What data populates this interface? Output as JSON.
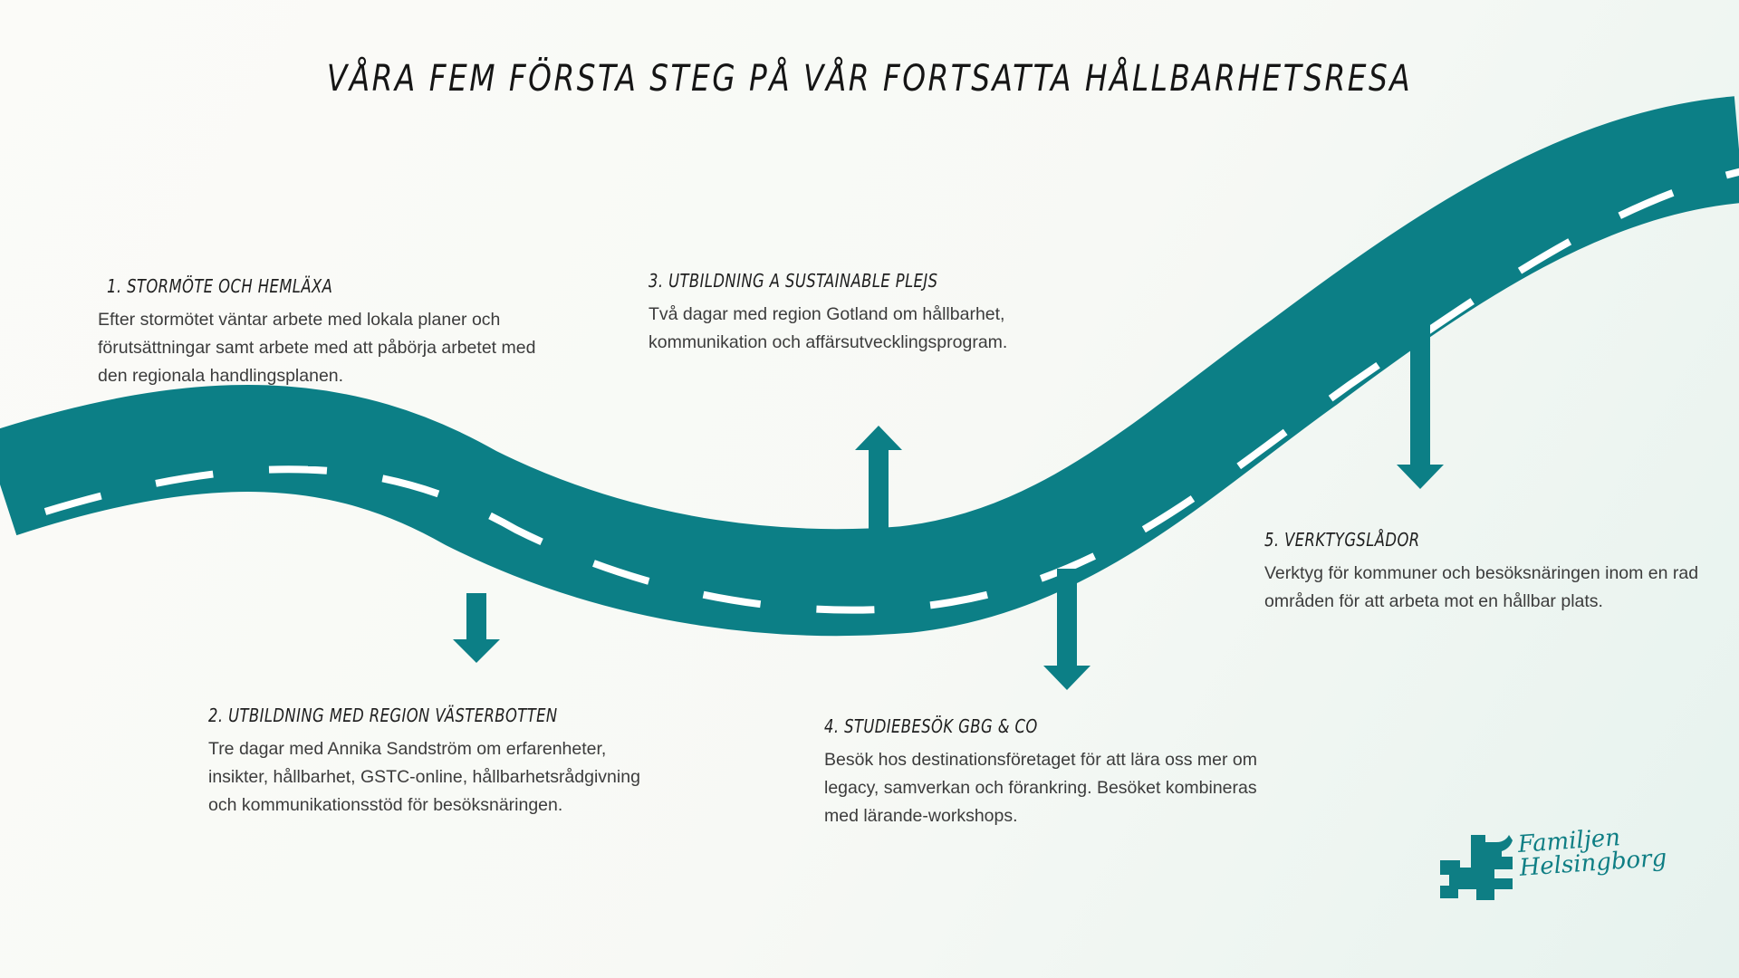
{
  "title": "Våra fem första steg på vår fortsatta hållbarhetsresa",
  "steps": [
    {
      "title": "1. Stormöte och hemläxa",
      "text": "Efter stormötet väntar arbete med lokala planer och förutsättningar samt arbete med att påbörja arbetet med den regionala handlingsplanen."
    },
    {
      "title": "2. Utbildning med Region Västerbotten",
      "text": "Tre dagar med Annika Sandström om erfarenheter, insikter, hållbarhet, GSTC-online, hållbarhetsrådgivning och kommunikationsstöd för besöksnäringen."
    },
    {
      "title": "3. Utbildning a sustainable plejs",
      "text": "Två dagar med region Gotland om hållbarhet, kommunikation och affärsutvecklingsprogram."
    },
    {
      "title": "4. Studiebesök GBG & Co",
      "text": "Besök hos destinationsföretaget för att lära oss mer om legacy, samverkan och förankring. Besöket kombineras med lärande-workshops."
    },
    {
      "title": "5. Verktygslådor",
      "text": "Verktyg för kommuner och besöksnäringen inom en rad områden för att arbeta mot en hållbar plats."
    }
  ],
  "logo": {
    "line1": "Familjen",
    "line2": "Helsingborg"
  },
  "colors": {
    "road": "#0c7f86",
    "dash": "#ffffff",
    "accent": "#0e7e84"
  }
}
